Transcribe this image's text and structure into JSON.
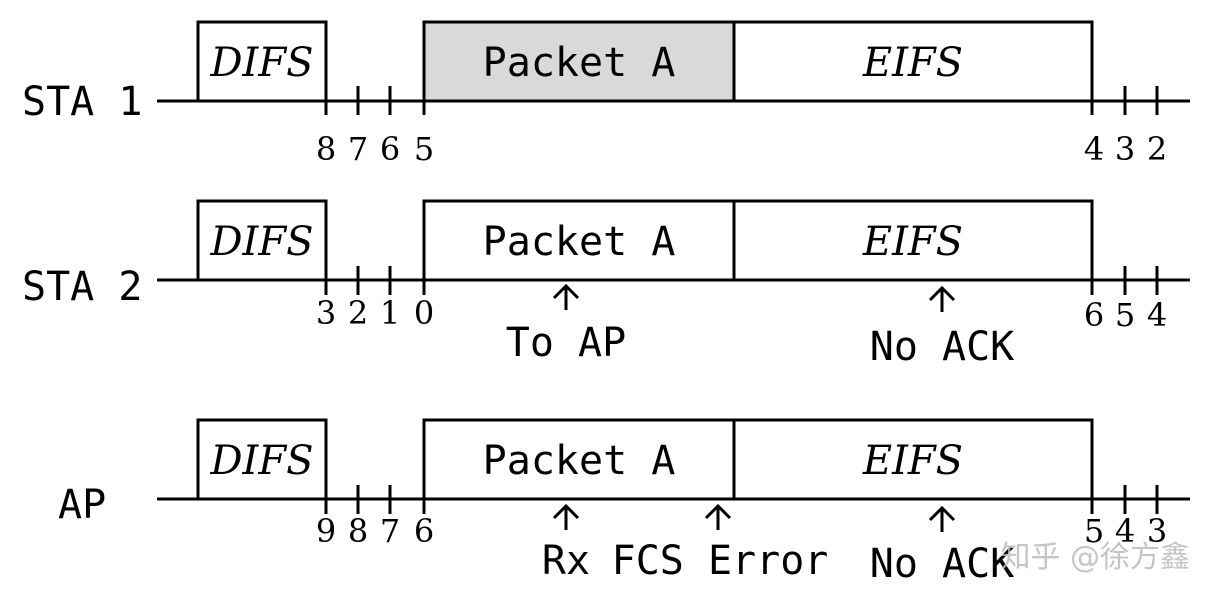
{
  "rows": [
    {
      "label": "STA 1",
      "difs": "DIFS",
      "packet": "Packet A",
      "packet_shaded": true,
      "eifs": "EIFS",
      "ticks_left": [
        "8",
        "7",
        "6",
        "5"
      ],
      "ticks_right": [
        "4",
        "3",
        "2"
      ],
      "annotations": []
    },
    {
      "label": "STA 2",
      "difs": "DIFS",
      "packet": "Packet A",
      "packet_shaded": false,
      "eifs": "EIFS",
      "ticks_left": [
        "3",
        "2",
        "1",
        "0"
      ],
      "ticks_right": [
        "6",
        "5",
        "4"
      ],
      "annotations": [
        {
          "text": "To AP",
          "anchor": "packet-mid"
        },
        {
          "text": "No ACK",
          "anchor": "eifs-mid"
        }
      ]
    },
    {
      "label": "AP",
      "difs": "DIFS",
      "packet": "Packet A",
      "packet_shaded": false,
      "eifs": "EIFS",
      "ticks_left": [
        "9",
        "8",
        "7",
        "6"
      ],
      "ticks_right": [
        "5",
        "4",
        "3"
      ],
      "annotations": [
        {
          "text": "Rx",
          "anchor": "packet-mid"
        },
        {
          "text": "FCS Error",
          "anchor": "packet-end"
        },
        {
          "text": "No ACK",
          "anchor": "eifs-mid"
        }
      ]
    }
  ],
  "watermark": "知乎 @徐方鑫",
  "colors": {
    "packet_shade": "#d9d9d9",
    "line": "#000000",
    "watermark": "#bbbbbb"
  }
}
